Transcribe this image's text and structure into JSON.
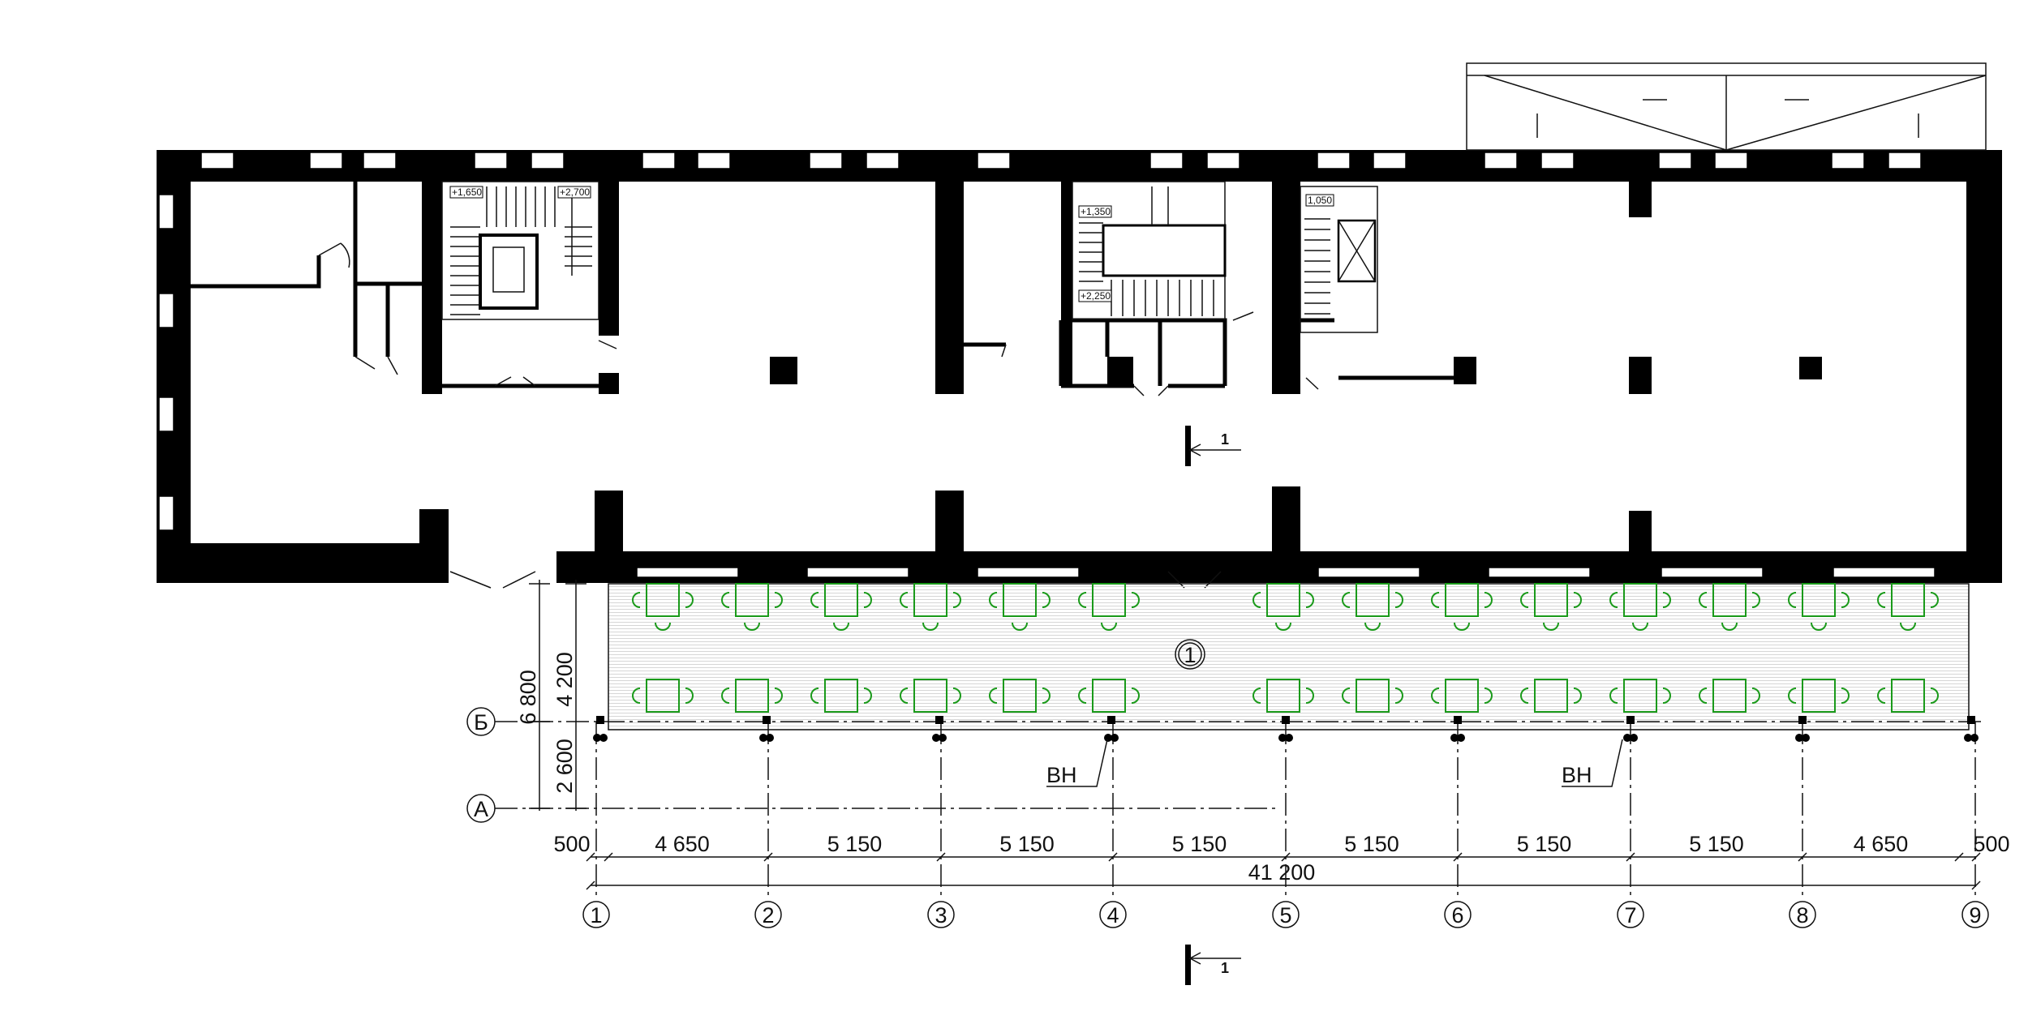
{
  "drawing": {
    "room_number": "1",
    "section_mark": "1",
    "support_label": "ВН",
    "level_marks": [
      "+1,650",
      "+2,700",
      "+1,350",
      "+2,250",
      "1,050"
    ]
  },
  "axes_numbers": [
    "1",
    "2",
    "3",
    "4",
    "5",
    "6",
    "7",
    "8",
    "9"
  ],
  "axes_letters": [
    "Б",
    "А"
  ],
  "dimensions": {
    "horizontal": [
      "500",
      "4 650",
      "5 150",
      "5 150",
      "5 150",
      "5 150",
      "5 150",
      "5 150",
      "4 650",
      "500"
    ],
    "overall": "41 200",
    "vertical_top": "4 200",
    "vertical_bottom": "2 600",
    "vertical_total": "6 800"
  },
  "colors": {
    "wall": "#000000",
    "furniture": "#1a9a1a",
    "line": "#111111",
    "hatch": "#cfcfcf"
  }
}
